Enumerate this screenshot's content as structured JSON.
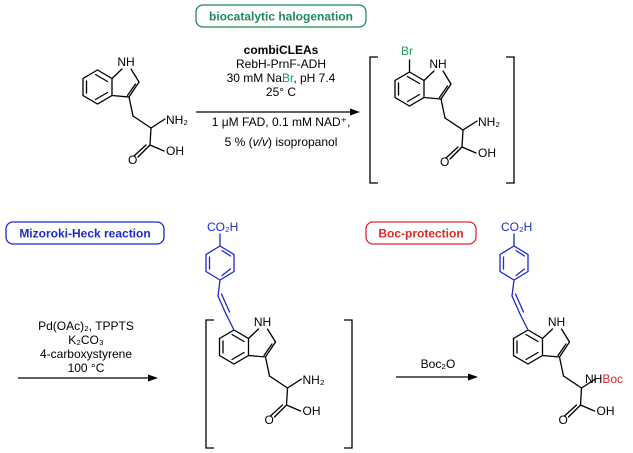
{
  "colors": {
    "ink": "#000000",
    "halogenation": "#1f8a5b",
    "bromine": "#1f9a57",
    "heck": "#1d2bc8",
    "carboxy_blue": "#1d2bc8",
    "boc": "#e0262e"
  },
  "step1": {
    "tag": "biocatalytic halogenation",
    "line1": "combiCLEAs",
    "line2": "RebH-PrnF-ADH",
    "line3_pre": "30 mM Na",
    "line3_br": "Br",
    "line3_post": ", pH 7.4",
    "line4": "25° C",
    "line5": "1 μM FAD, 0.1 mM NAD⁺,",
    "line6_pre": "5 % (",
    "line6_it": "v/v",
    "line6_post": ") isopropanol"
  },
  "step2": {
    "tag": "Mizoroki-Heck reaction",
    "line1": "Pd(OAc)₂, TPPTS",
    "line2": "K₂CO₃",
    "line3": "4-carboxystyrene",
    "line4": "100 °C"
  },
  "step3": {
    "tag": "Boc-protection",
    "reagent": "Boc₂O"
  },
  "atoms": {
    "nh": "NH",
    "h": "H",
    "n": "N",
    "nh2": "NH₂",
    "oh": "OH",
    "o": "O",
    "br": "Br",
    "co2h": "CO₂H",
    "nh_prefix": "NH",
    "boc": "Boc"
  }
}
